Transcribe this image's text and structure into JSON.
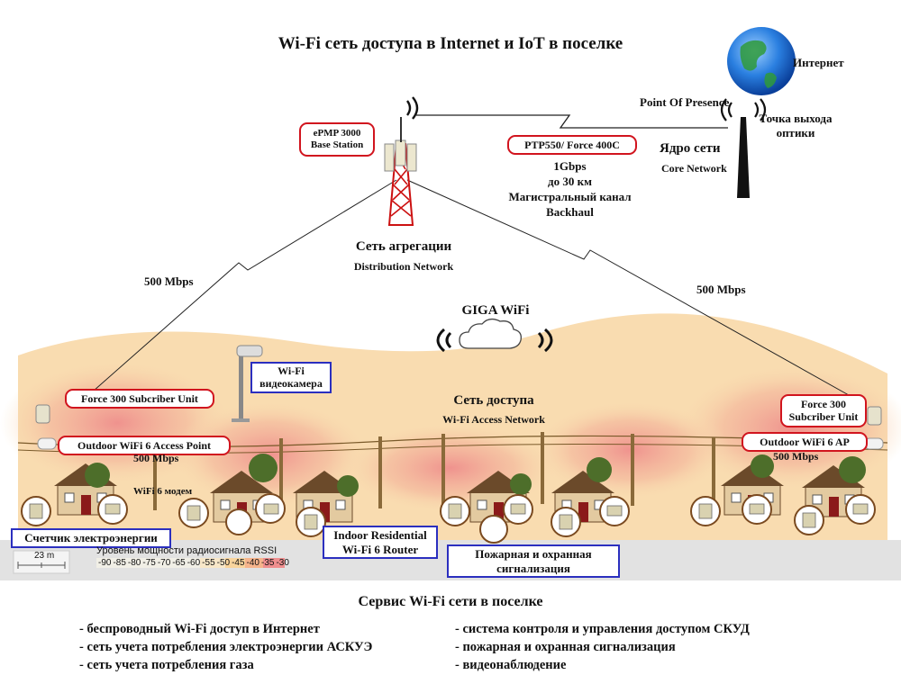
{
  "title": "Wi-Fi сеть доступа в Internet и IoT в поселке",
  "internet": "Интернет",
  "pop": "Point Of Presence",
  "fiber_exit": [
    "Точка выхода",
    "оптики"
  ],
  "core": {
    "ru": "Ядро сети",
    "en": "Core Network"
  },
  "ptp": "PTP550/ Force 400C",
  "backhaul": [
    "1Gbps",
    "до 30 км",
    "Магистральный канал",
    "Backhaul"
  ],
  "base_station": [
    "ePMP 3000",
    "Base Station"
  ],
  "aggregation": {
    "ru": "Сеть агрегации",
    "en": "Distribution Network"
  },
  "link_left": "500 Mbps",
  "link_right": "500 Mbps",
  "giga_wifi": "GIGA WiFi",
  "access": {
    "ru": "Сеть доступа",
    "en": "Wi-Fi Access Network"
  },
  "camera": [
    "Wi-Fi",
    "видеокамера"
  ],
  "su_left": "Force 300  Subcriber Unit",
  "su_right": [
    "Force 300",
    "Subcriber Unit"
  ],
  "ap_left": "Outdoor WiFi 6 Access Point",
  "ap_right": "Outdoor  WiFi 6 AP",
  "ap_left_speed": "500 Mbps",
  "ap_right_speed": "500 Mbps",
  "modem": "WiFi 6 модем",
  "meter": "Счетчик электроэнергии",
  "router": [
    "Indoor Residential",
    "Wi-Fi 6 Router"
  ],
  "alarm": [
    "Пожарная и охранная",
    "сигнализация"
  ],
  "scale_bar": "23 m",
  "rssi_title": "Уровень мощности радиосигнала RSSI",
  "rssi_values": [
    "-90",
    "-85",
    "-80",
    "-75",
    "-70",
    "-65",
    "-60",
    "-55",
    "-50",
    "-45",
    "-40",
    "-35",
    "-30"
  ],
  "services_title": "Сервис Wi-Fi сети в поселке",
  "services_left": [
    "- беспроводный Wi-Fi доступ в Интернет",
    "- сеть учета потребления электроэнергии АСКУЭ",
    "- сеть учета потребления газа"
  ],
  "services_right": [
    "- система контроля и управления доступом  СКУД",
    "- пожарная и охранная сигнализация",
    "- видеонаблюдение"
  ],
  "colors": {
    "heat_light": "#f9dcb0",
    "heat_mid": "#f5b89a",
    "heat_hot": "#ef8f8f",
    "red_box": "#d1141e",
    "blue_box": "#2b2fbf",
    "globe": "#1f6fd6"
  }
}
